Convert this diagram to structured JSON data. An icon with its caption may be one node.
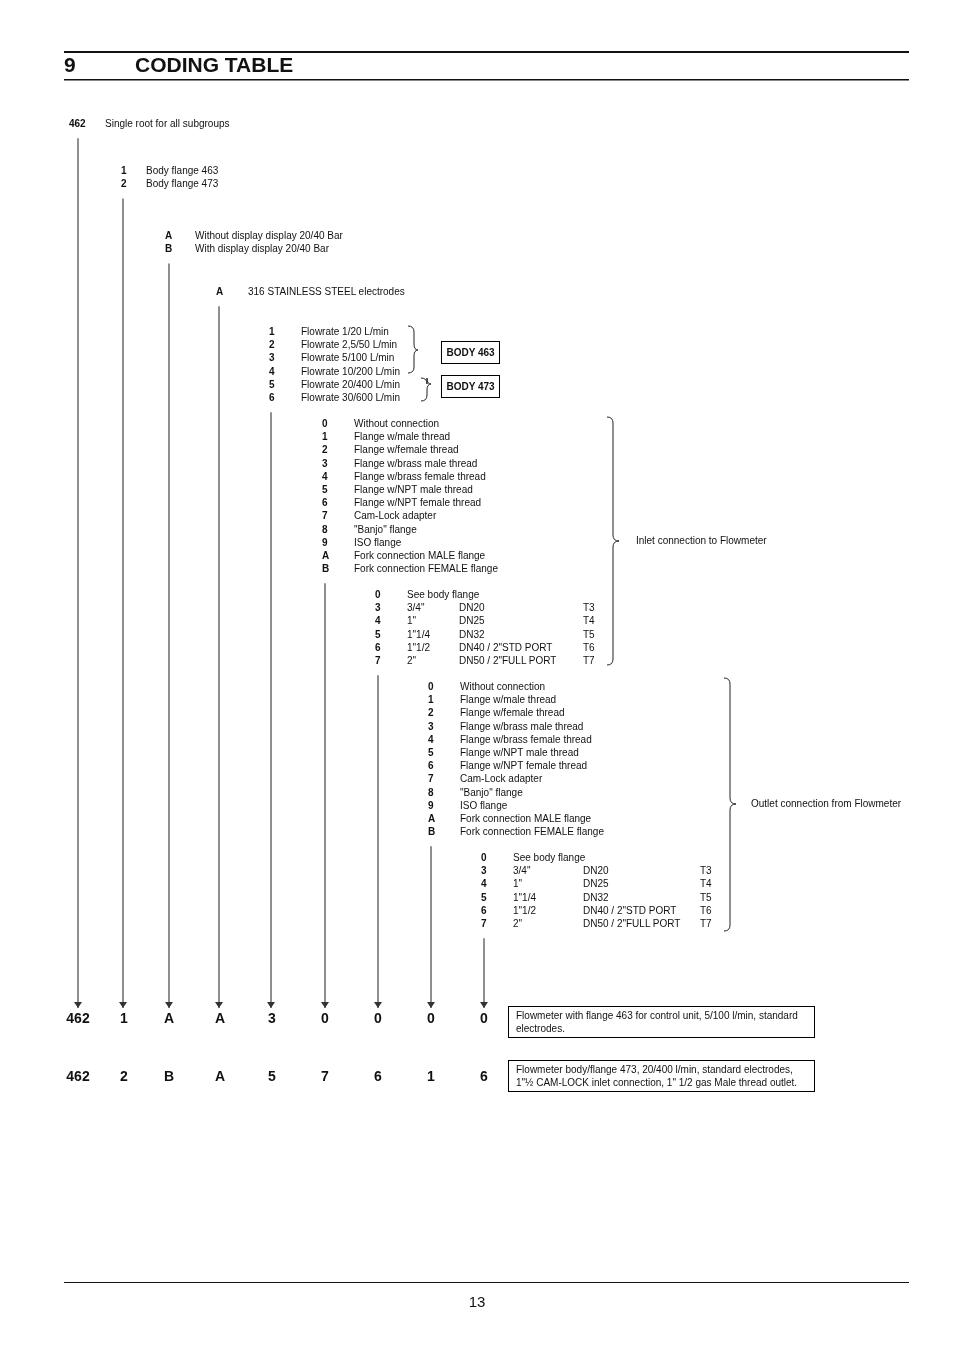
{
  "diagram": {
    "title": "CODING TABLE",
    "nodes": [
      {
        "text": [
          "462",
          "Single root for all subgroups"
        ]
      },
      {
        "text": [
          "1",
          "Body flange 463",
          "2",
          "Body flange 473"
        ]
      },
      {
        "text": [
          "A",
          "Without display display 20/40 Bar",
          "B",
          "With display display 20/40 Bar"
        ]
      },
      {
        "text": [
          "A",
          "316 STAINLESS STEEL electrodes"
        ]
      },
      {
        "text": [
          "1",
          "Flowrate 1/20 L/min",
          "2",
          "Flowrate 2,5/50 L/min",
          "3",
          "Flowrate 5/100 L/min",
          "4",
          "Flowrate 10/200 L/min",
          "5",
          "Flowrate 20/400 L/min",
          "6",
          "Flowrate 30/600 L/min"
        ]
      },
      {
        "text": [
          "0",
          "Without connection",
          "1",
          "Flange w/male thread",
          "2",
          "Flange w/female thread",
          "3",
          "Flange w/brass male thread",
          "4",
          "Flange w/brass female thread",
          "5",
          "Flange w/NPT male thread",
          "6",
          "Flange w/NPT female thread",
          "7",
          "Cam-Lock adapter",
          "8",
          "\"Banjo\" flange",
          "9",
          "ISO flange",
          "A",
          "Fork connection MALE flange",
          "B",
          "Fork connection FEMALE flange"
        ]
      },
      {
        "text": [
          "0",
          "See body flange",
          "3",
          "3/4\"",
          "DN20",
          "T3",
          "4",
          "1\"",
          "DN25",
          "T4",
          "5",
          "1\"1/4",
          "DN32",
          "T5",
          "6",
          "1\"1/2",
          "DN40 / 2\"STD PORT",
          "T6",
          "7",
          "2\"",
          "DN50 / 2\"FULL PORT",
          "T7"
        ]
      },
      {
        "text": [
          "0",
          "Without connection",
          "1",
          "Flange w/male thread",
          "2",
          "Flange w/female thread",
          "3",
          "Flange w/brass male thread",
          "4",
          "Flange w/brass female thread",
          "5",
          "Flange w/NPT male thread",
          "6",
          "Flange w/NPT female thread",
          "7",
          "Cam-Lock adapter",
          "8",
          "\"Banjo\" flange",
          "9",
          "ISO flange",
          "A",
          "Fork connection MALE flange",
          "B",
          "Fork connection FEMALE flange"
        ]
      },
      {
        "text": [
          "0",
          "See body flange",
          "3",
          "3/4\"",
          "DN20",
          "T3",
          "4",
          "1\"",
          "DN25",
          "T4",
          "5",
          "1\"1/4",
          "DN32",
          "T5",
          "6",
          "1\"1/2",
          "DN40 / 2\"STD PORT",
          "T6",
          "7",
          "2\"",
          "DN50 / 2\"FULL PORT",
          "T7"
        ]
      },
      {
        "text": [
          "BODY 463"
        ]
      },
      {
        "text": [
          "BODY 473"
        ]
      },
      {
        "text": [
          "Flowmeter with flange 463 for control unit, 5/100 l/min, standard electrodes."
        ]
      },
      {
        "text": [
          "Flowmeter body/flange 473, 20/400 l/min, standard electrodes, 1\"½ CAM-LOCK inlet connection, 1\" 1/2 gas Male thread outlet."
        ]
      },
      {
        "text": [
          "462"
        ]
      },
      {
        "text": [
          "1"
        ]
      },
      {
        "text": [
          "A"
        ]
      },
      {
        "text": [
          "A"
        ]
      },
      {
        "text": [
          "3"
        ]
      },
      {
        "text": [
          "0"
        ]
      },
      {
        "text": [
          "0"
        ]
      },
      {
        "text": [
          "0"
        ]
      },
      {
        "text": [
          "0"
        ]
      }
    ],
    "edges": [
      {
        "from": 0,
        "to": 13,
        "arrow": "to"
      },
      {
        "from": 1,
        "to": 14,
        "arrow": "to"
      },
      {
        "from": 2,
        "to": 15,
        "arrow": "to"
      },
      {
        "from": 3,
        "to": 16,
        "arrow": "to"
      },
      {
        "from": 4,
        "to": 17,
        "arrow": "to"
      },
      {
        "from": 5,
        "to": 18,
        "arrow": "to"
      },
      {
        "from": 6,
        "to": 19,
        "arrow": "to"
      },
      {
        "from": 7,
        "to": 20,
        "arrow": "to"
      },
      {
        "from": 8,
        "to": 21,
        "arrow": "to"
      }
    ],
    "labels": [
      "9",
      "Inlet connection to Flowmeter",
      "Outlet connection from Flowmeter",
      "462",
      "2",
      "B",
      "A",
      "5",
      "7",
      "6",
      "1",
      "6",
      "13"
    ]
  }
}
